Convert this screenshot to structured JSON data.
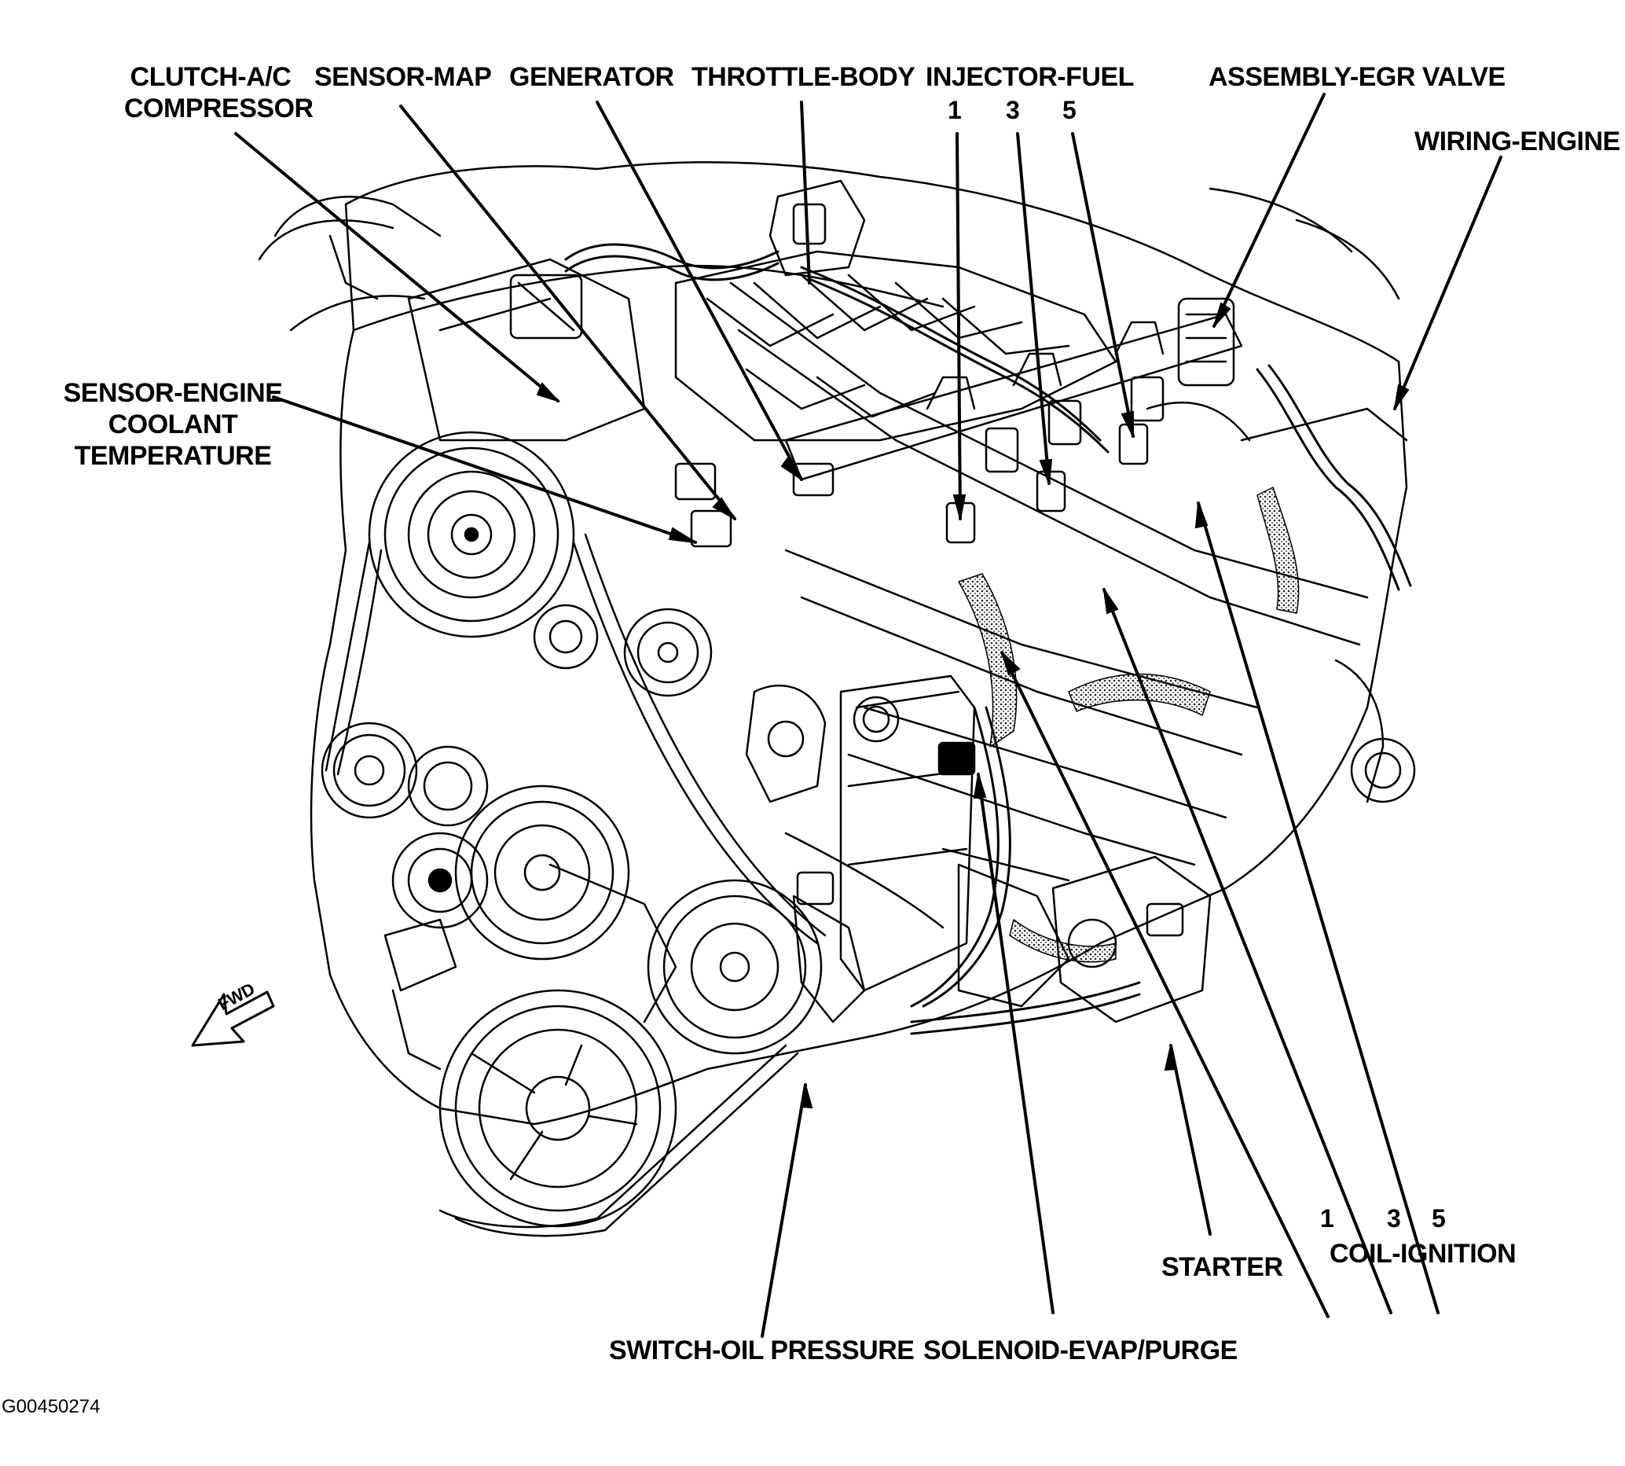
{
  "labels": {
    "clutch_ac_compressor_line1": "CLUTCH-A/C",
    "clutch_ac_compressor_line2": "COMPRESSOR",
    "sensor_map": "SENSOR-MAP",
    "generator": "GENERATOR",
    "throttle_body": "THROTTLE-BODY",
    "injector_fuel": "INJECTOR-FUEL",
    "injector_numbers": [
      "1",
      "3",
      "5"
    ],
    "assembly_egr_valve": "ASSEMBLY-EGR VALVE",
    "wiring_engine": "WIRING-ENGINE",
    "sensor_ect_line1": "SENSOR-ENGINE",
    "sensor_ect_line2": "COOLANT",
    "sensor_ect_line3": "TEMPERATURE",
    "coil_numbers": [
      "1",
      "3",
      "5"
    ],
    "coil_ignition": "COIL-IGNITION",
    "starter": "STARTER",
    "switch_oil_pressure": "SWITCH-OIL PRESSURE",
    "solenoid_evap_purge": "SOLENOID-EVAP/PURGE",
    "fwd_arrow": "FWD"
  },
  "figure_id": "G00450274",
  "colors": {
    "ink": "#000000",
    "paper": "#ffffff",
    "stipple": "#333333"
  }
}
